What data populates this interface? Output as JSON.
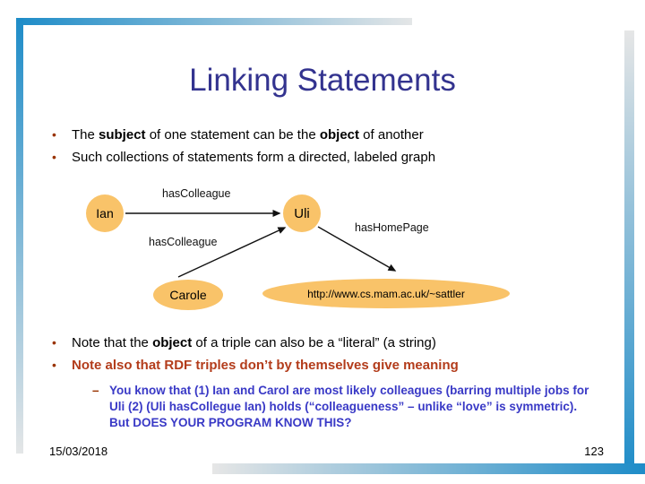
{
  "slide": {
    "title": "Linking Statements",
    "footer": {
      "date": "15/03/2018",
      "page_number": "123"
    }
  },
  "bullets_top": [
    {
      "segments": [
        {
          "t": "The "
        },
        {
          "t": "subject",
          "b": true
        },
        {
          "t": " of one statement can be the "
        },
        {
          "t": "object",
          "b": true
        },
        {
          "t": " of another"
        }
      ]
    },
    {
      "segments": [
        {
          "t": "Such collections of statements form a directed, labeled graph"
        }
      ]
    }
  ],
  "bullets_bottom": [
    {
      "segments": [
        {
          "t": "Note that the "
        },
        {
          "t": "object",
          "b": true
        },
        {
          "t": " of a triple can also be a “literal” (a string)"
        }
      ]
    },
    {
      "emphasis": true,
      "segments": [
        {
          "t": "Note also that "
        },
        {
          "t": "RDF",
          "b": true
        },
        {
          "t": " triples don’t by themselves give meaning"
        }
      ]
    }
  ],
  "sub_bullet": {
    "dash": "–",
    "text": "You know that (1) Ian and Carol are most likely colleagues (barring multiple jobs for Uli (2) (Uli hasCollegue Ian) holds (“colleagueness” – unlike “love” is symmetric). But DOES YOUR PROGRAM KNOW THIS?"
  },
  "diagram": {
    "nodes": {
      "ian": "Ian",
      "uli": "Uli",
      "carole": "Carole",
      "homepage": "http://www.cs.mam.ac.uk/~sattler"
    },
    "edge_labels": {
      "has_colleague_top": "hasColleague",
      "has_colleague_bottom": "hasColleague",
      "has_home_page": "hasHomePage"
    }
  },
  "colors": {
    "title": "#33338f",
    "frame_blue": "#1e8cc8",
    "bullet_dot": "#993300",
    "emphasis_red": "#b33c1b",
    "sub_bullet_blue": "#3939c6",
    "node_fill": "#f9c369"
  },
  "glyphs": {
    "bullet_dot": "•"
  }
}
